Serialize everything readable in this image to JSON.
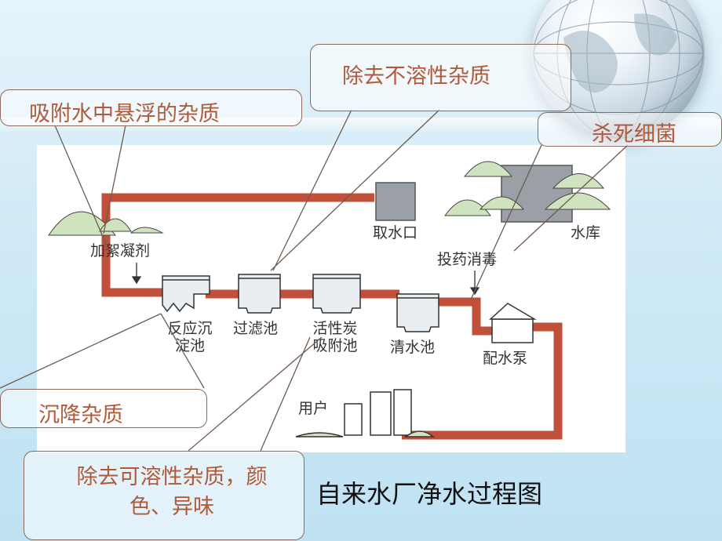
{
  "callouts": {
    "adsorb": "吸附水中悬浮的杂质",
    "insoluble": "除去不溶性杂质",
    "kill": "杀死细菌",
    "settle": "沉降杂质",
    "soluble_line1": "除去可溶性杂质，颜",
    "soluble_line2": "色、异味"
  },
  "diagram": {
    "intake": "取水口",
    "reservoir": "水库",
    "coagulant": "加絮凝剂",
    "sediment_line1": "反应沉",
    "sediment_line2": "淀池",
    "filter": "过滤池",
    "carbon_line1": "活性炭",
    "carbon_line2": "吸附池",
    "clear": "清水池",
    "disinfect": "投药消毒",
    "pump": "配水泵",
    "users": "用户"
  },
  "title": "自来水厂净水过程图"
}
